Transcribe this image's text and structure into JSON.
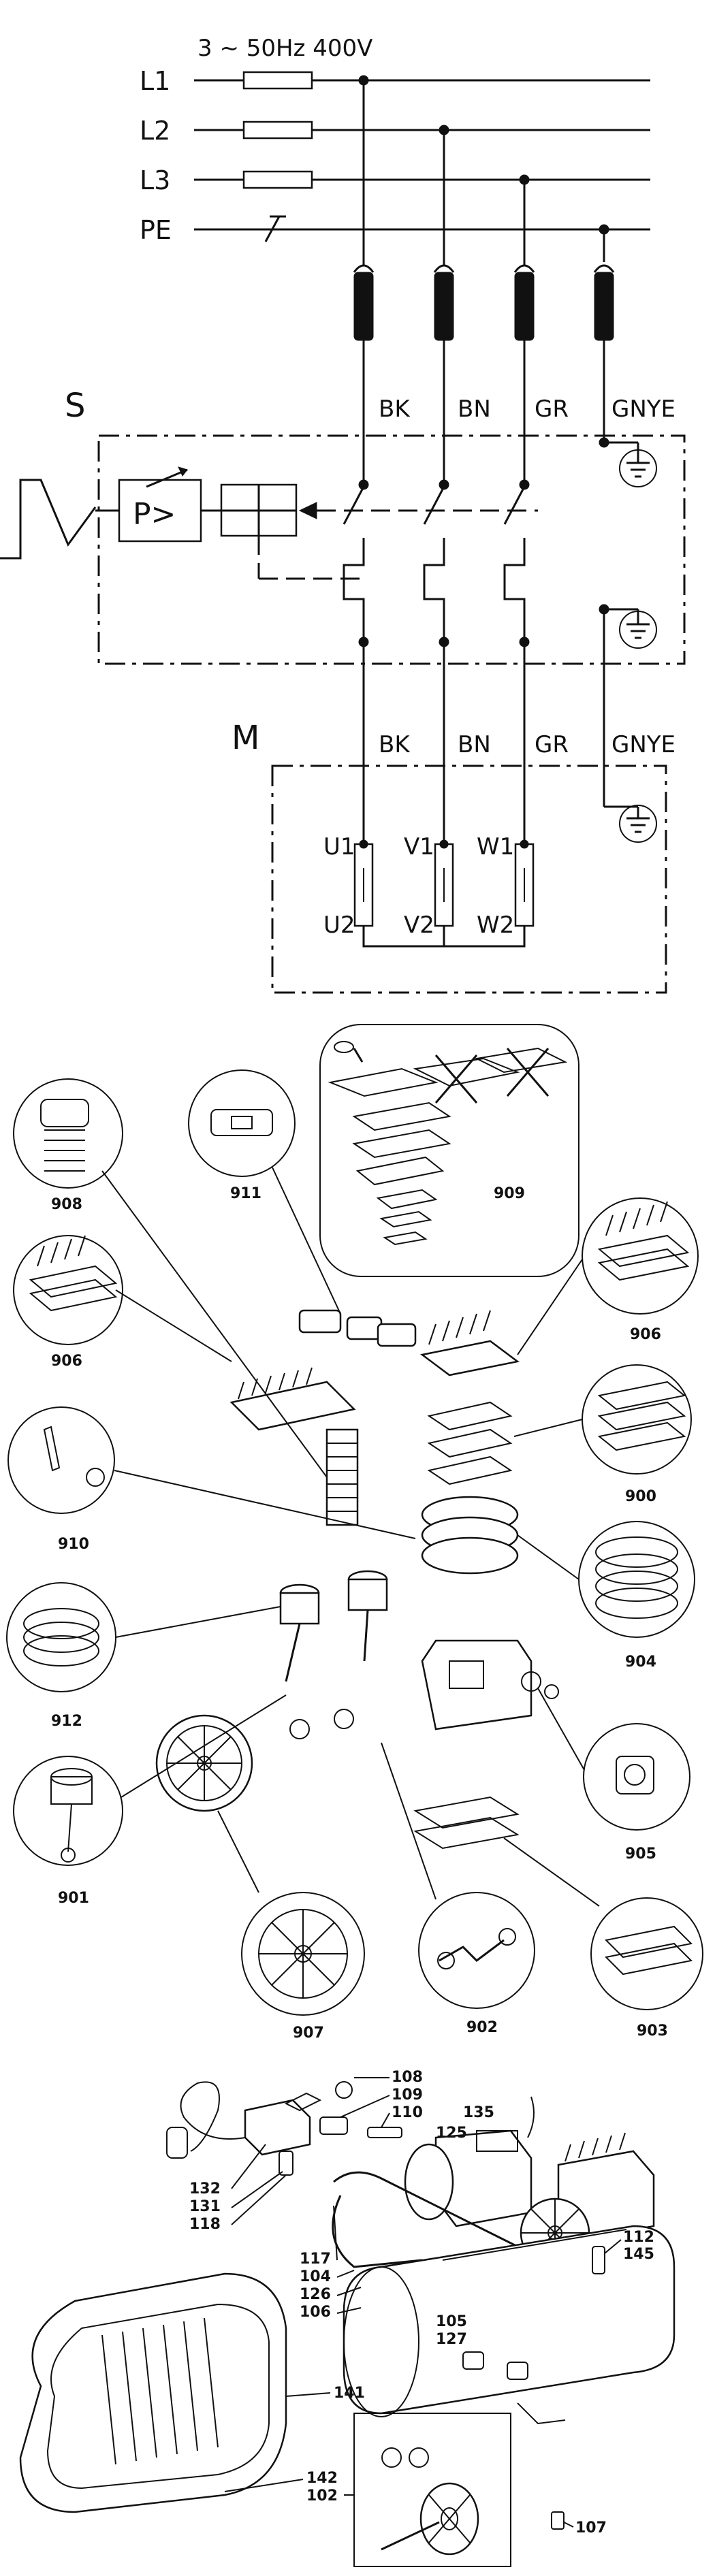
{
  "wiring": {
    "supply": "3 ~ 50Hz 400V",
    "lines": [
      "L1",
      "L2",
      "L3",
      "PE"
    ],
    "switch_label": "S",
    "motor_label": "M",
    "pressure_switch": "P>",
    "switch_colors": [
      "BK",
      "BN",
      "GR",
      "GNYE"
    ],
    "motor_colors": [
      "BK",
      "BN",
      "GR",
      "GNYE"
    ],
    "windings_top": [
      "U1",
      "V1",
      "W1"
    ],
    "windings_bottom": [
      "U2",
      "V2",
      "W2"
    ]
  },
  "pump_parts": {
    "numbers": [
      "908",
      "911",
      "909",
      "906",
      "906",
      "910",
      "900",
      "904",
      "912",
      "905",
      "901",
      "907",
      "902",
      "903"
    ]
  },
  "assembly_parts": {
    "numbers": [
      "108",
      "109",
      "110",
      "135",
      "125",
      "132",
      "131",
      "118",
      "117",
      "104",
      "126",
      "106",
      "105",
      "127",
      "112",
      "145",
      "141",
      "142",
      "102",
      "107"
    ]
  }
}
